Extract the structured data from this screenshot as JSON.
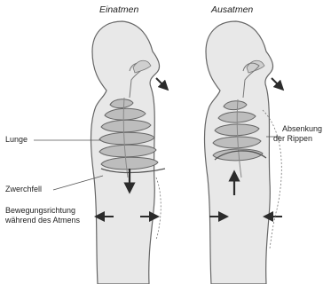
{
  "titles": {
    "left": "Einatmen",
    "right": "Ausatmen"
  },
  "labels": {
    "lung": "Lunge",
    "diaphragm": "Zwerchfell",
    "movement_line1": "Bewegungsrichtung",
    "movement_line2": "während des Atmens",
    "ribs_line1": "Absenkung",
    "ribs_line2": "der Rippen"
  },
  "colors": {
    "outline": "#555555",
    "skin": "#e6e6e6",
    "lung": "#bdbdbd",
    "arrow": "#2b2b2b"
  }
}
